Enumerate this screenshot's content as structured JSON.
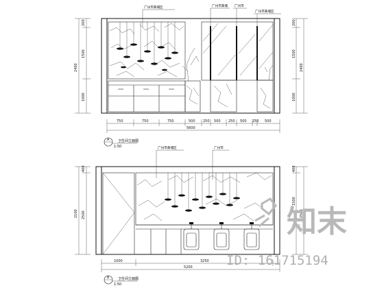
{
  "upper_elevation": {
    "callouts": [
      "广州市黄埔区",
      "广州市黄埔",
      "广州市",
      "广州市黄埔区"
    ],
    "left_dims": [
      "200",
      "1500",
      "2400",
      "1000"
    ],
    "right_dims": [
      "200",
      "1500",
      "2400",
      "1000"
    ],
    "bottom_dims": [
      "750",
      "750",
      "750",
      "500",
      "250",
      "500",
      "250",
      "500",
      "250",
      "500"
    ],
    "total_width": "5600",
    "title": "卫生间立面图",
    "subtitle": "1:50",
    "marker_number": "A"
  },
  "lower_elevation": {
    "callouts": [
      "广州市黄埔区",
      "广州市"
    ],
    "left_dims": [
      "400",
      "2100",
      "2500"
    ],
    "right_dims": [
      "400",
      "1500",
      "2500"
    ],
    "bottom_dims": [
      "1000",
      "3250"
    ],
    "total_width": "5200",
    "title": "卫生间立面图",
    "subtitle": "1:50",
    "marker_number": "B"
  },
  "watermark": {
    "brand": "知末",
    "id_text": "ID: 161715194"
  }
}
